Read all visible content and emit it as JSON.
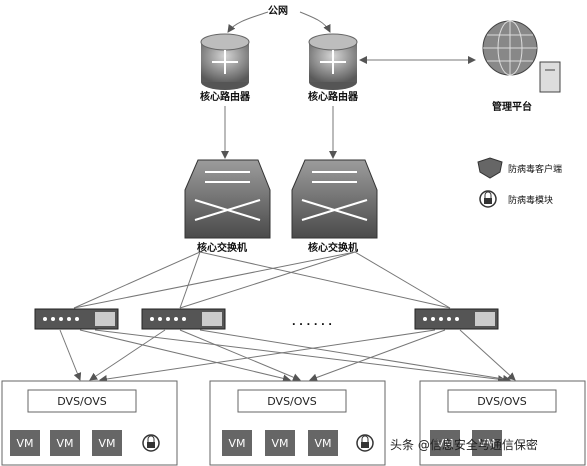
{
  "internet_label": "公网",
  "core_routers": [
    {
      "label": "核心路由器"
    },
    {
      "label": "核心路由器"
    }
  ],
  "core_switches": [
    {
      "label": "核心交换机"
    },
    {
      "label": "核心交换机"
    }
  ],
  "management": {
    "label": "管理平台"
  },
  "legend": [
    {
      "icon": "shield-icon",
      "label": "防病毒客户端"
    },
    {
      "icon": "lock-icon",
      "label": "防病毒模块"
    }
  ],
  "access_ellipsis": ". . . . . .",
  "hosts": [
    {
      "dvs_label": "DVS/OVS",
      "vms": [
        "VM",
        "VM",
        "VM"
      ]
    },
    {
      "dvs_label": "DVS/OVS",
      "vms": [
        "VM",
        "VM",
        "VM"
      ]
    },
    {
      "dvs_label": "DVS/OVS",
      "vms": [
        "VM",
        "VM"
      ]
    }
  ],
  "watermark": "头条 @信息安全与通信保密"
}
